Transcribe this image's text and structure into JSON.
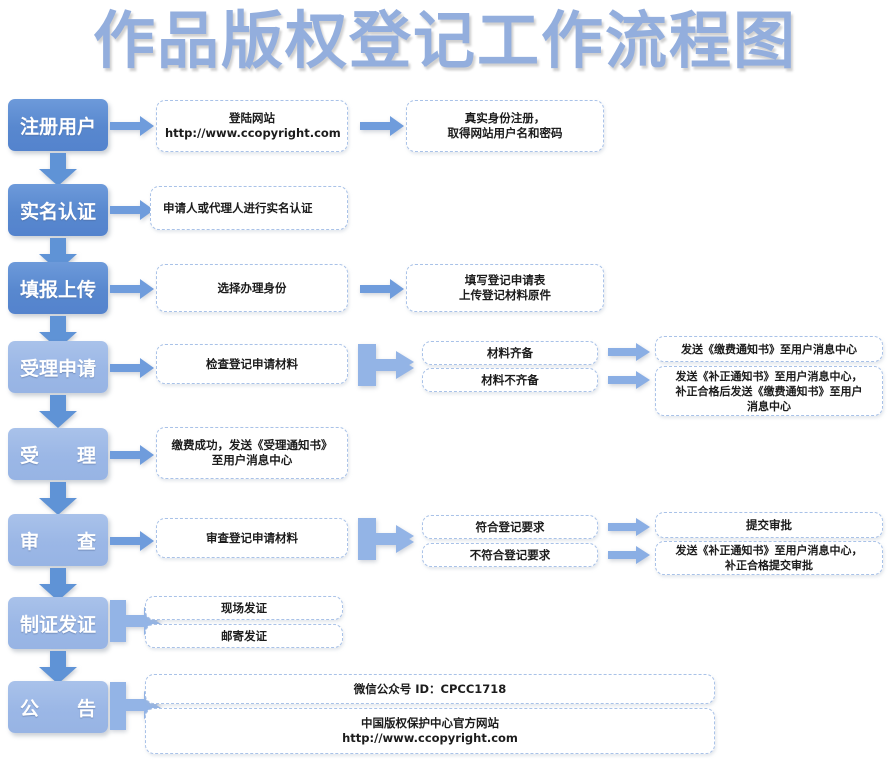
{
  "title": "作品版权登记工作流程图",
  "colors": {
    "title": "#93aedd",
    "stage_dark": "#5888cf",
    "stage_light": "#9bb7e6",
    "arrow": "#6f9cdc",
    "arrow_light": "#9dbae8",
    "dashed_border": "#a9c2e8",
    "text": "#1c1c1c"
  },
  "stages": [
    {
      "id": "register",
      "label": "注册用户",
      "tone": "dark"
    },
    {
      "id": "realname",
      "label": "实名认证",
      "tone": "dark"
    },
    {
      "id": "fill",
      "label": "填报上传",
      "tone": "dark"
    },
    {
      "id": "accept-app",
      "label": "受理申请",
      "tone": "light"
    },
    {
      "id": "accept",
      "label": "受　　理",
      "tone": "light"
    },
    {
      "id": "review",
      "label": "审　　查",
      "tone": "light"
    },
    {
      "id": "issue",
      "label": "制证发证",
      "tone": "light"
    },
    {
      "id": "announce",
      "label": "公　　告",
      "tone": "light"
    }
  ],
  "steps": {
    "register": {
      "first_line1": "登陆网站",
      "first_line2": "http://www.ccopyright.com",
      "second_line1": "真实身份注册，",
      "second_line2": "取得网站用户名和密码"
    },
    "realname": {
      "first": "申请人或代理人进行实名认证"
    },
    "fill": {
      "first": "选择办理身份",
      "second_line1": "填写登记申请表",
      "second_line2": "上传登记材料原件"
    },
    "accept_app": {
      "first": "检查登记申请材料",
      "branch_a": "材料齐备",
      "branch_b": "材料不齐备",
      "result_a": "发送《缴费通知书》至用户消息中心",
      "result_b_line1": "发送《补正通知书》至用户消息中心，",
      "result_b_line2": "补正合格后发送《缴费通知书》至用户",
      "result_b_line3": "消息中心"
    },
    "accept": {
      "first_line1": "缴费成功，发送《受理通知书》",
      "first_line2": "至用户消息中心"
    },
    "review": {
      "first": "审查登记申请材料",
      "branch_a": "符合登记要求",
      "branch_b": "不符合登记要求",
      "result_a": "提交审批",
      "result_b_line1": "发送《补正通知书》至用户消息中心，",
      "result_b_line2": "补正合格提交审批"
    },
    "issue": {
      "branch_a": "现场发证",
      "branch_b": "邮寄发证"
    },
    "announce": {
      "branch_a": "微信公众号 ID：CPCC1718",
      "branch_b_line1": "中国版权保护中心官方网站",
      "branch_b_line2": "http://www.ccopyright.com"
    }
  },
  "icons": {
    "down_arrow": "down-arrow-icon",
    "right_arrow": "right-arrow-icon",
    "split_arrow": "split-arrow-icon"
  }
}
